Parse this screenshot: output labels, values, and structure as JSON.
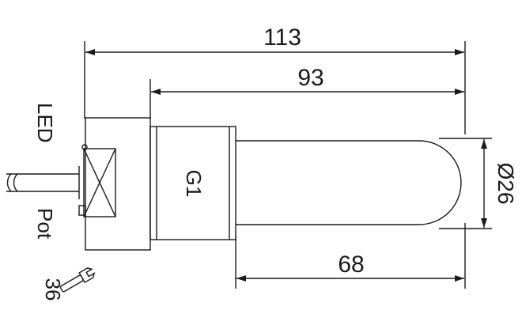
{
  "dimensions": {
    "overall_length": "113",
    "body_length": "93",
    "tube_length": "68",
    "diameter": "Ø26",
    "wrench_size": "36"
  },
  "labels": {
    "led": "LED",
    "pot": "Pot",
    "thread": "G1"
  },
  "icons": {
    "wrench": "wrench-icon"
  },
  "colors": {
    "line": "#1a1a1a",
    "background": "#ffffff"
  }
}
